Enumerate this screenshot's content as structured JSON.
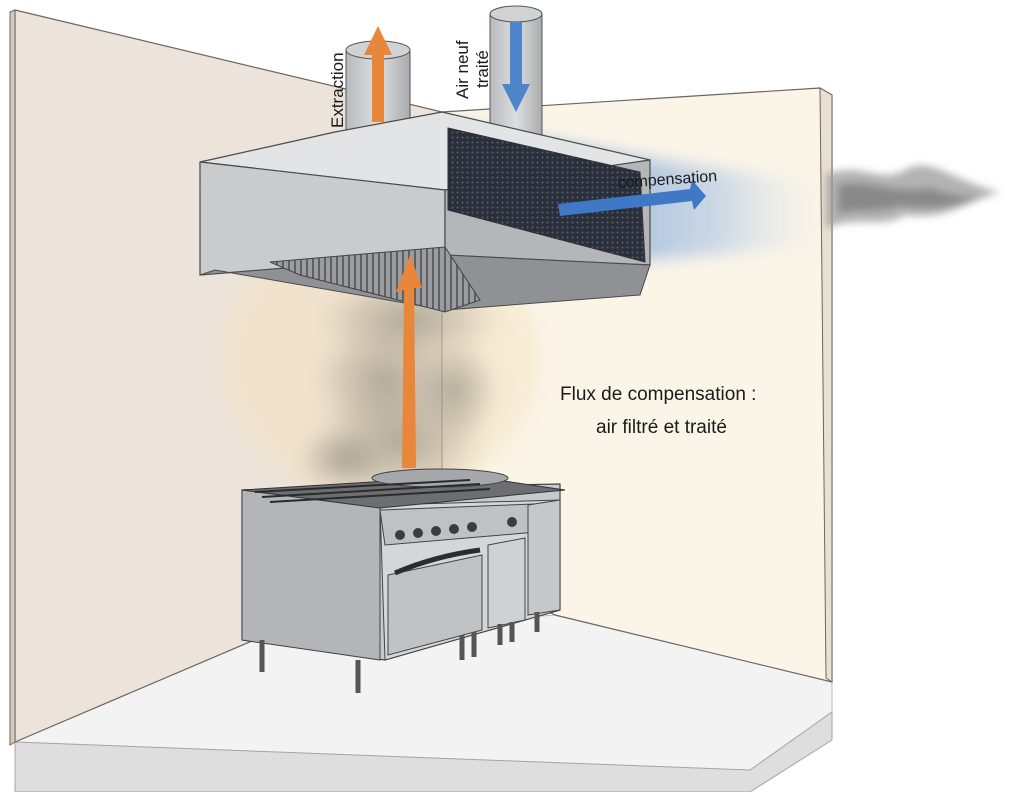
{
  "labels": {
    "extraction": "Extraction",
    "air_neuf_line1": "Air neuf",
    "air_neuf_line2": "traité",
    "compensation": "compensation",
    "flux_line1": "Flux de compensation :",
    "flux_line2": "air filtré et traité"
  },
  "colors": {
    "extraction_arrow": "#e8873a",
    "fresh_air_arrow": "#4f86c9",
    "wall_left": "#ece3da",
    "wall_right": "#fbf5e8",
    "floor": "#f3f3f3",
    "steel": "#c4c6c8"
  }
}
